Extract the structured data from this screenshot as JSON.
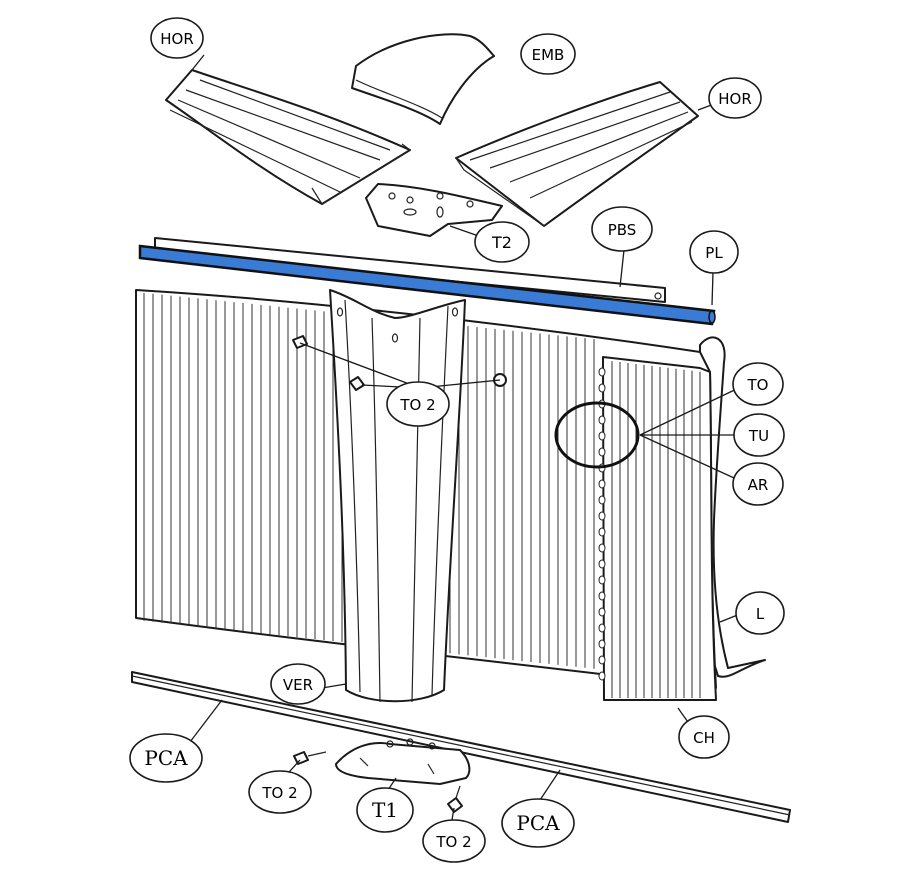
{
  "highlight_color": "#3a7bd5",
  "labels": {
    "hor_left": "HOR",
    "emb": "EMB",
    "hor_right": "HOR",
    "t2": "T2",
    "pbs": "PBS",
    "pl": "PL",
    "to": "TO",
    "to2_top": "TO 2",
    "tu": "TU",
    "ar": "AR",
    "l": "L",
    "ver": "VER",
    "ch": "CH",
    "pca_left": "PCA",
    "to2_bottom_left": "TO 2",
    "t1": "T1",
    "to2_bottom_right": "TO 2",
    "pca_right": "PCA"
  }
}
